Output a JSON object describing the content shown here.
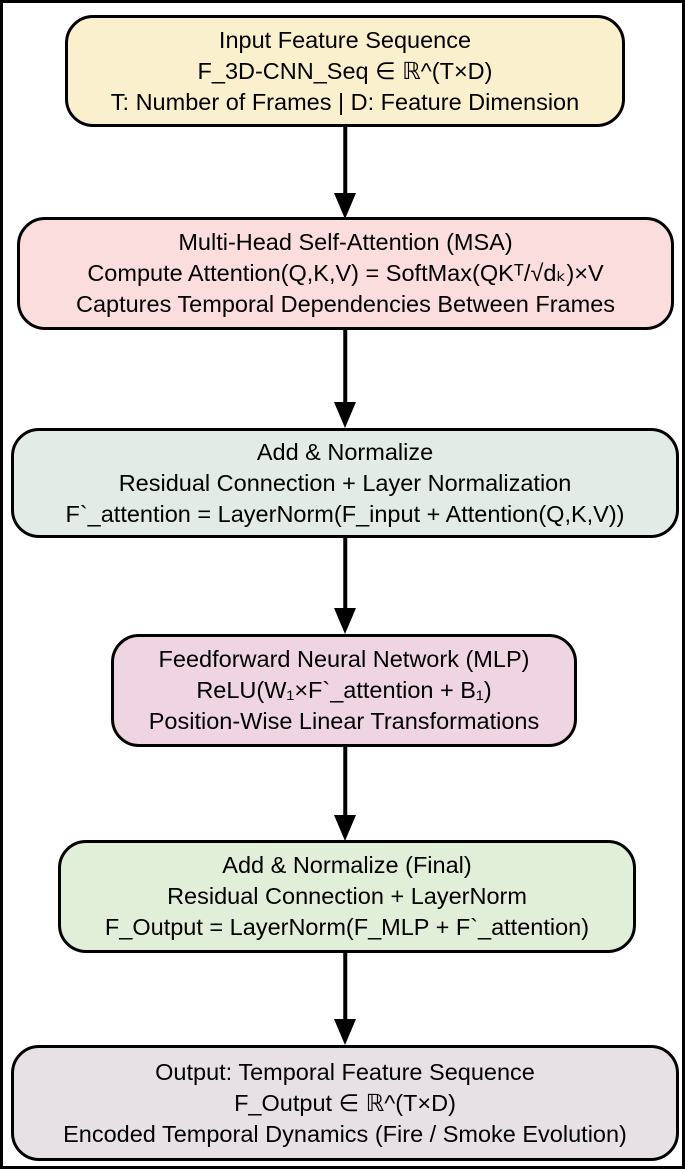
{
  "colors": {
    "canvas_background": "#ffffff",
    "canvas_border": "#000000",
    "node_border": "#000000",
    "arrow": "#000000",
    "text": "#000000",
    "input_fill": "#FBF0CD",
    "msa_fill": "#FBDDDD",
    "add_norm_fill": "#E2EBE5",
    "mlp_fill": "#EFD4E1",
    "add_norm_final_fill": "#E1EED8",
    "output_fill": "#E7E1E6"
  },
  "icons": {
    "flow_arrow": "arrow-down"
  },
  "nodes": {
    "input": {
      "line1": "Input Feature Sequence",
      "line2": "F_3D-CNN_Seq ∈ ℝ^(T×D)",
      "line3": "T: Number of Frames | D: Feature Dimension"
    },
    "msa": {
      "line1": "Multi-Head Self-Attention (MSA)",
      "line2": "Compute Attention(Q,K,V) = SoftMax(QKᵀ/√dₖ)×V",
      "line3": "Captures Temporal Dependencies Between Frames"
    },
    "add_norm": {
      "line1": "Add & Normalize",
      "line2": "Residual Connection + Layer Normalization",
      "line3": "F`_attention = LayerNorm(F_input + Attention(Q,K,V))"
    },
    "mlp": {
      "line1": "Feedforward Neural Network (MLP)",
      "line2": "ReLU(W₁×F`_attention + B₁)",
      "line3": "Position-Wise Linear Transformations"
    },
    "add_norm_final": {
      "line1": "Add & Normalize (Final)",
      "line2": "Residual Connection + LayerNorm",
      "line3": "F_Output = LayerNorm(F_MLP + F`_attention)"
    },
    "output": {
      "line1": "Output: Temporal Feature Sequence",
      "line2": "F_Output ∈ ℝ^(T×D)",
      "line3": "Encoded Temporal Dynamics (Fire / Smoke Evolution)"
    }
  }
}
